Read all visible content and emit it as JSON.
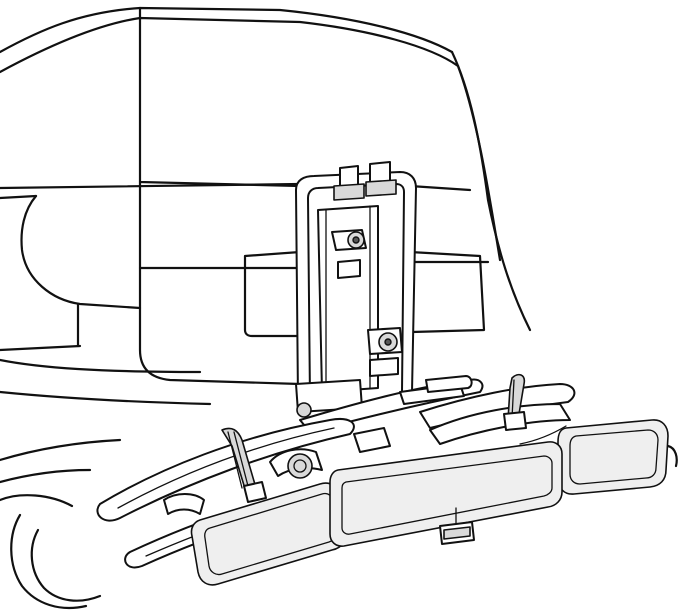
{
  "illustration": {
    "style": "black-line-drawing",
    "line_color": "#111111",
    "background": "#ffffff",
    "parts": [
      "car-rear",
      "car-wheel",
      "bike-carrier",
      "lift-frame",
      "wheel-trays",
      "tail-light-boxes",
      "license-plate-holder",
      "wheel-straps",
      "tow-ball-coupling"
    ]
  }
}
